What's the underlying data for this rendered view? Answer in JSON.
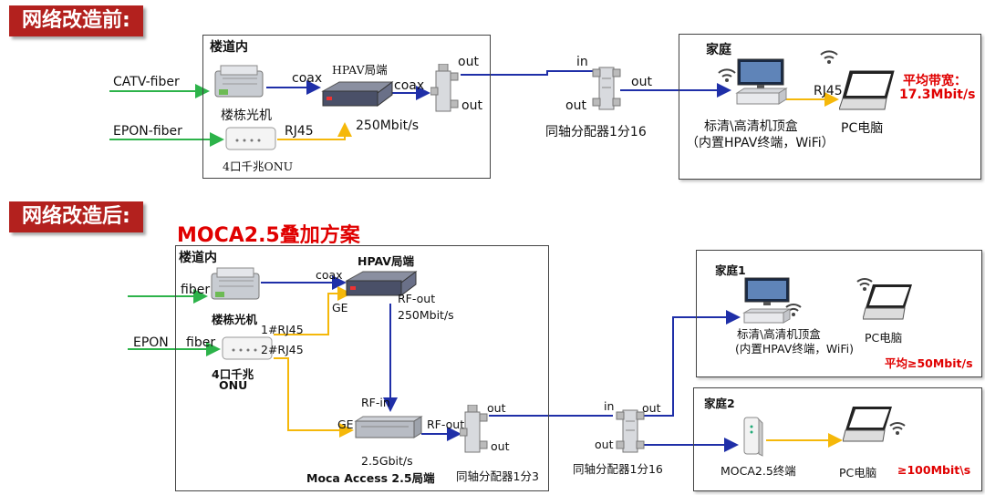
{
  "colors": {
    "banner_bg": "#b3211e",
    "accent_red": "#e00000",
    "wire_blue": "#1f2fa8",
    "wire_green": "#2db34a",
    "wire_yellow": "#f5b80a"
  },
  "top": {
    "banner": "网络改造前:",
    "building_title": "楼道内",
    "catv_fiber": "CATV-fiber",
    "epon_fiber": "EPON-fiber",
    "optical_node": "楼栋光机",
    "onu": "4口千兆ONU",
    "coax1": "coax",
    "hpav_head": "HPAV局端",
    "coax2": "coax",
    "rj45": "RJ45",
    "rate": "250Mbit/s",
    "split_out1": "out",
    "split_out2": "out",
    "splitter_in": "in",
    "splitter_out_left": "out",
    "splitter_out_right": "out",
    "splitter_label": "同轴分配器1分16",
    "home_title": "家庭",
    "stb_line1": "标清\\高清机顶盒",
    "stb_line2": "（内置HPAV终端，WiFi）",
    "home_rj45": "RJ45",
    "pc": "PC电脑",
    "avg_label": "平均带宽：",
    "avg_value": "17.3Mbit/s"
  },
  "bottom": {
    "banner": "网络改造后:",
    "subtitle": "MOCA2.5叠加方案",
    "building_title": "楼道内",
    "fiber": "fiber",
    "epon": "EPON",
    "fiber2": "fiber",
    "optical_node": "楼栋光机",
    "onu_line1": "4口千兆",
    "onu_line2": "ONU",
    "coax": "coax",
    "hpav_head": "HPAV局端",
    "ge1": "GE",
    "rj45_1": "1#RJ45",
    "rj45_2": "2#RJ45",
    "rf_out": "RF-out",
    "rate": "250Mbit/s",
    "rf_in": "RF-in",
    "ge2": "GE",
    "rf_out2": "RF-out",
    "moca_rate": "2.5Gbit/s",
    "moca_access": "Moca Access 2.5局端",
    "split3_out1": "out",
    "split3_out2": "out",
    "split3_label": "同轴分配器1分3",
    "split16_in": "in",
    "split16_out_left": "out",
    "split16_out_right": "out",
    "split16_label": "同轴分配器1分16",
    "home1_title": "家庭1",
    "stb_line1": "标清\\高清机顶盒",
    "stb_line2": "(内置HPAV终端，WiFi)",
    "pc1": "PC电脑",
    "avg1": "平均≥50Mbit/s",
    "home2_title": "家庭2",
    "moca_terminal": "MOCA2.5终端",
    "pc2": "PC电脑",
    "avg2": "≥100Mbit\\s"
  }
}
